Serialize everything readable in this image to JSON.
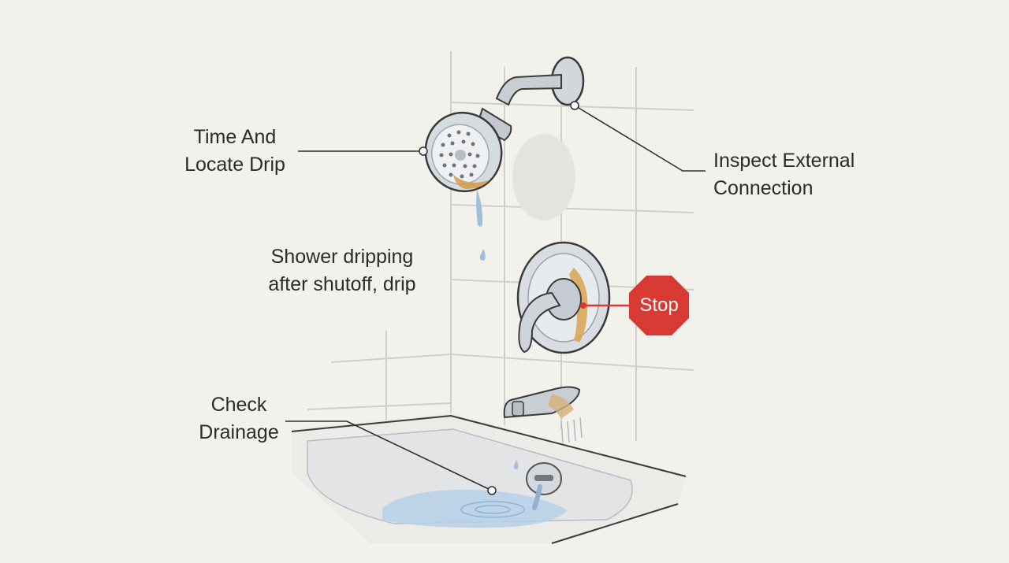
{
  "labels": {
    "time_locate": [
      "Time And",
      "Locate Drip"
    ],
    "inspect_connection": [
      "Inspect External",
      "Connection"
    ],
    "shower_dripping": [
      "Shower dripping",
      "after shutoff, drip"
    ],
    "check_drainage": [
      "Check",
      "Drainage"
    ]
  },
  "stop_sign": {
    "text": "Stop",
    "color": "#d93a33"
  },
  "colors": {
    "background": "#f3f1ec",
    "tile_line": "#c9c9c4",
    "chrome": "#c7ccd2",
    "chrome_shadow": "#8e96a0",
    "rust": "#d29a4a",
    "water": "#a9c8e2",
    "callout_line": "#2f2f2f"
  },
  "icons": [
    "shower-head-icon",
    "faucet-handle-icon",
    "tub-spout-icon",
    "drain-icon",
    "water-drop-icon",
    "stop-sign-icon"
  ]
}
